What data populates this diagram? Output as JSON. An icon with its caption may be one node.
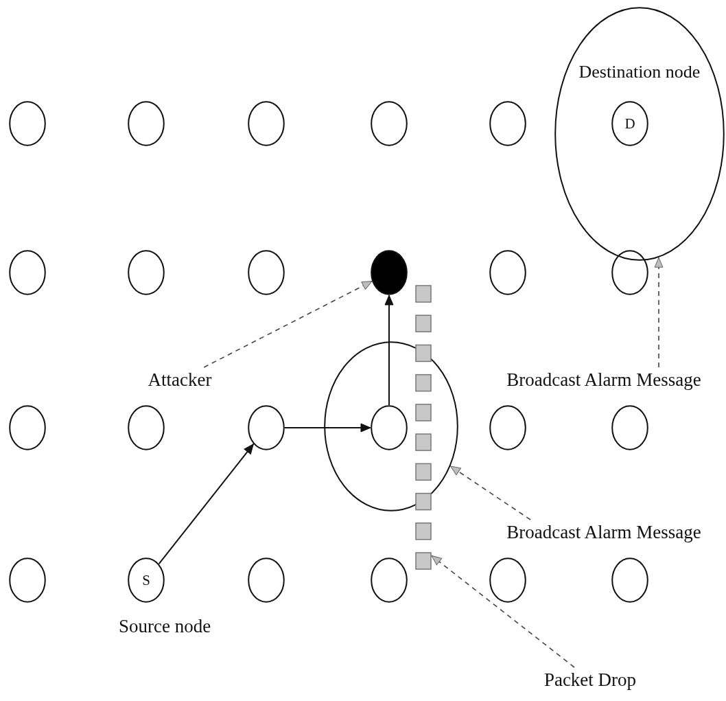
{
  "diagram": {
    "nodes": [
      {
        "text": [
          "Destination node"
        ]
      },
      {
        "text": [],
        "shape": "circle"
      },
      {
        "text": [],
        "shape": "circle"
      },
      {
        "text": [],
        "shape": "circle"
      },
      {
        "text": [],
        "shape": "circle"
      },
      {
        "text": [],
        "shape": "circle"
      },
      {
        "text": [
          "D"
        ],
        "in": 0
      },
      {
        "text": [],
        "shape": "circle"
      },
      {
        "text": [],
        "shape": "circle"
      },
      {
        "text": [],
        "shape": "circle"
      },
      {
        "text": [],
        "shape": "circle"
      },
      {
        "text": [],
        "shape": "circle"
      },
      {
        "text": [],
        "shape": "circle"
      },
      {
        "text": [
          "Attacker"
        ]
      },
      {
        "text": [],
        "shape": "ellipse"
      },
      {
        "text": [
          "Broadcast Alarm Message"
        ]
      },
      {
        "text": [],
        "shape": "circle"
      },
      {
        "text": [],
        "shape": "circle"
      },
      {
        "text": [],
        "shape": "circle"
      },
      {
        "text": [],
        "shape": "circle",
        "in": 14
      },
      {
        "text": [],
        "shape": "circle"
      },
      {
        "text": [],
        "shape": "circle"
      },
      {
        "text": [
          "Broadcast Alarm Message"
        ]
      },
      {
        "text": [],
        "shape": "circle"
      },
      {
        "text": [
          "S"
        ],
        "beside": [
          "Source node"
        ]
      },
      {
        "text": [],
        "shape": "circle"
      },
      {
        "text": [],
        "shape": "circle"
      },
      {
        "text": [],
        "shape": "circle"
      },
      {
        "text": [],
        "shape": "circle"
      },
      {
        "text": [],
        "shape": "bar"
      },
      {
        "text": [
          "Packet Drop"
        ]
      }
    ],
    "edges": [
      {
        "from": 24,
        "to": 18,
        "arrow": "to"
      },
      {
        "from": 18,
        "to": 19,
        "arrow": "to"
      },
      {
        "from": 19,
        "to": 10,
        "arrow": "to"
      },
      {
        "from": 13,
        "to": 10,
        "arrow": "to",
        "style": "dashed"
      },
      {
        "from": 15,
        "to": 0,
        "arrow": "to",
        "style": "dashed"
      },
      {
        "from": 22,
        "to": 14,
        "arrow": "to",
        "style": "dashed"
      },
      {
        "from": 30,
        "to": 29,
        "arrow": "to",
        "style": "dashed"
      }
    ]
  }
}
